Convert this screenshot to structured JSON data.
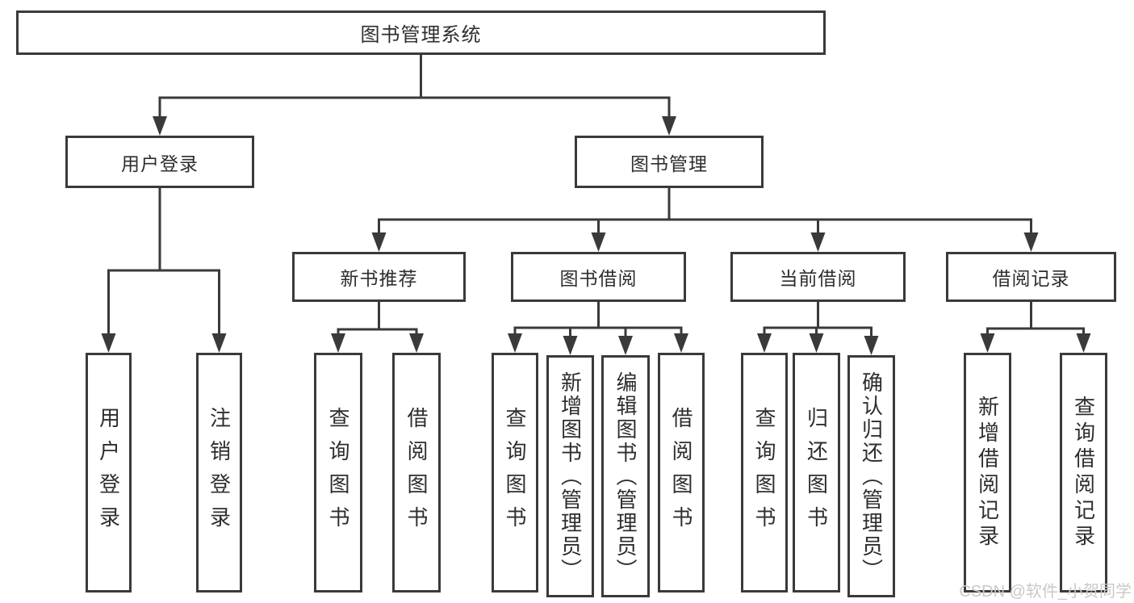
{
  "diagram": {
    "root": {
      "label": "图书管理系统"
    },
    "level2": {
      "user_login": {
        "label": "用户登录",
        "leaves": [
          "用户登录",
          "注销登录"
        ]
      },
      "book_mgmt": {
        "label": "图书管理",
        "children": {
          "new_book": {
            "label": "新书推荐",
            "leaves": [
              "查询图书",
              "借阅图书"
            ]
          },
          "book_borrow": {
            "label": "图书借阅",
            "leaves": [
              "查询图书",
              "新增图书（管理员）",
              "编辑图书（管理员）",
              "借阅图书"
            ]
          },
          "current_borrow": {
            "label": "当前借阅",
            "leaves": [
              "查询图书",
              "归还图书",
              "确认归还（管理员）"
            ]
          },
          "borrow_record": {
            "label": "借阅记录",
            "leaves": [
              "新增借阅记录",
              "查询借阅记录"
            ]
          }
        }
      }
    },
    "watermark": "CSDN @软件_小贺同学",
    "colors": {
      "line": "#3a3a3a",
      "text": "#2e2e2e",
      "box_background": "#ffffff",
      "watermark": "#c9c9c9"
    }
  }
}
